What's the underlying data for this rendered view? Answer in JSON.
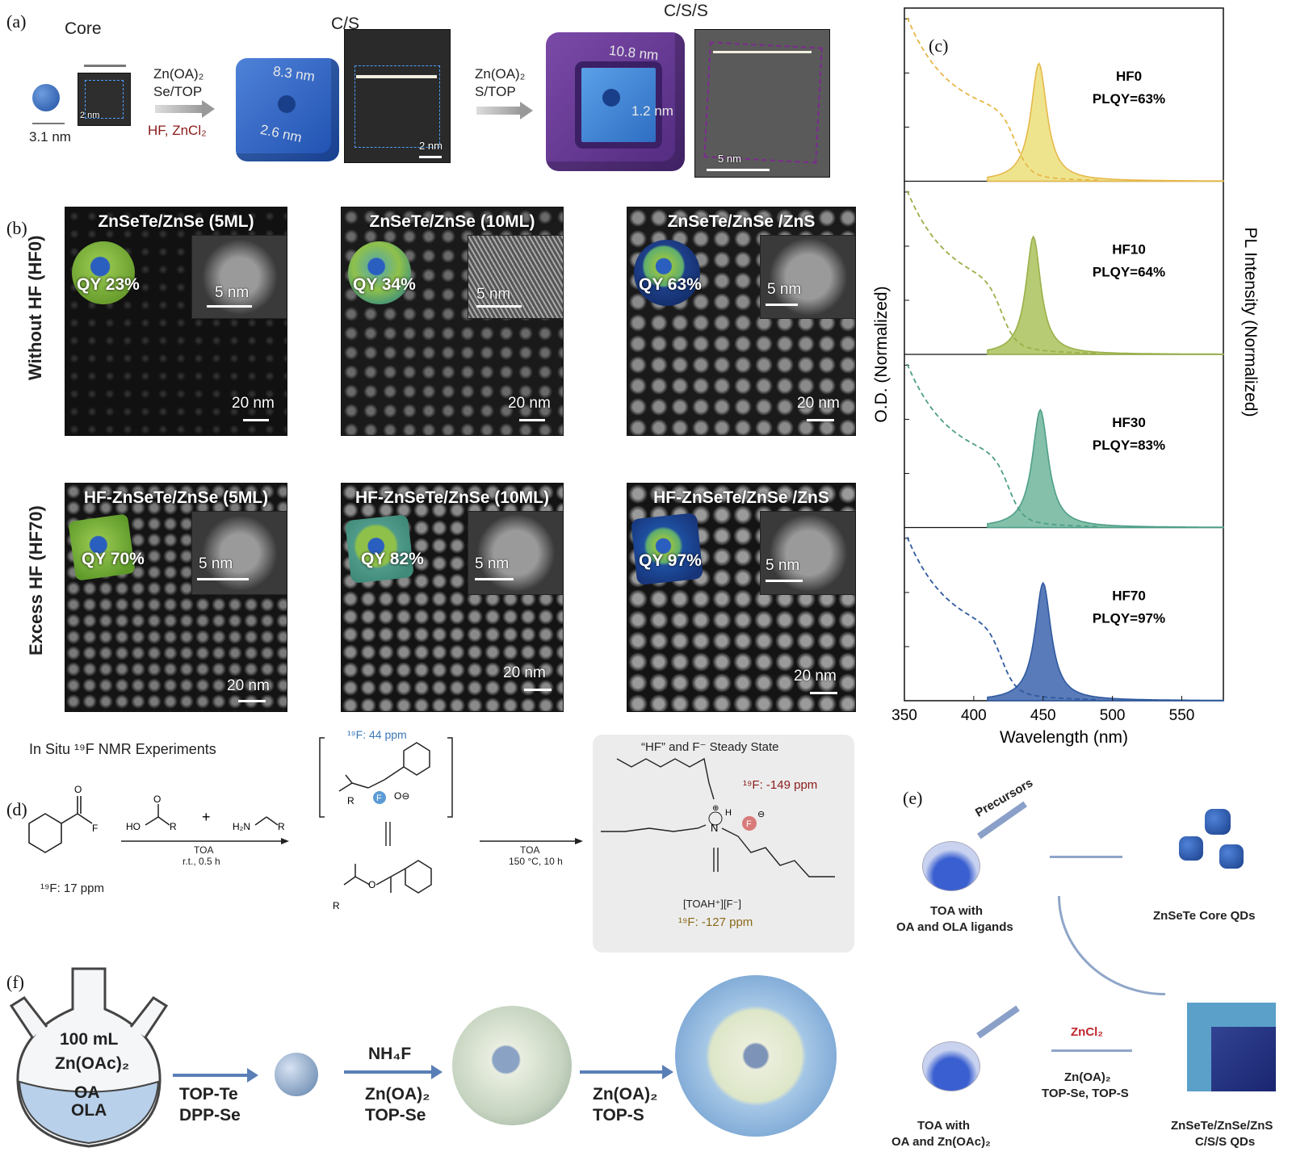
{
  "panel_a": {
    "label": "(a)",
    "core_title": "Core",
    "core_size": "3.1 nm",
    "core_scale": "2 nm",
    "step1_reagents": [
      "Zn(OA)₂",
      "Se/TOP"
    ],
    "step1_additives": "HF, ZnCl₂",
    "cs_title": "C/S",
    "cs_dim_outer": "8.3 nm",
    "cs_dim_core": "2.6 nm",
    "cs_scale": "2 nm",
    "step2_reagents": [
      "Zn(OA)₂",
      "S/TOP"
    ],
    "css_title": "C/S/S",
    "css_dim_outer": "10.8 nm",
    "css_dim_shell": "1.2 nm",
    "css_scale": "5 nm"
  },
  "panel_b": {
    "label": "(b)",
    "row_labels": [
      "Without HF (HF0)",
      "Excess HF (HF70)"
    ],
    "images": [
      {
        "title": "ZnSeTe/ZnSe (5ML)",
        "qy": "QY 23%",
        "inset_scale": "5 nm",
        "scale": "20 nm"
      },
      {
        "title": "ZnSeTe/ZnSe (10ML)",
        "qy": "QY 34%",
        "inset_scale": "5 nm",
        "scale": "20 nm"
      },
      {
        "title": "ZnSeTe/ZnSe /ZnS",
        "qy": "QY 63%",
        "inset_scale": "5 nm",
        "scale": "20 nm"
      },
      {
        "title": "HF-ZnSeTe/ZnSe (5ML)",
        "qy": "QY 70%",
        "inset_scale": "5 nm",
        "scale": "20 nm"
      },
      {
        "title": "HF-ZnSeTe/ZnSe (10ML)",
        "qy": "QY 82%",
        "inset_scale": "5 nm",
        "scale": "20 nm"
      },
      {
        "title": "HF-ZnSeTe/ZnSe /ZnS",
        "qy": "QY 97%",
        "inset_scale": "5 nm",
        "scale": "20 nm"
      }
    ]
  },
  "panel_c": {
    "label": "(c)",
    "ylabel_left": "O.D. (Normalized)",
    "ylabel_right": "PL Intensity (Normalized)",
    "annotations": [
      {
        "name": "HF0",
        "plqy": "PLQY=63%"
      },
      {
        "name": "HF10",
        "plqy": "PLQY=64%"
      },
      {
        "name": "HF30",
        "plqy": "PLQY=83%"
      },
      {
        "name": "HF70",
        "plqy": "PLQY=97%"
      }
    ]
  },
  "chart_data": {
    "type": "line",
    "xlabel": "Wavelength (nm)",
    "ylabel": "O.D. (Normalized)",
    "ylabel_right": "PL Intensity (Normalized)",
    "xlim": [
      350,
      580
    ],
    "xticks": [
      350,
      400,
      450,
      500,
      550
    ],
    "legend": "none",
    "grid": false,
    "series": [
      {
        "name": "HF0",
        "color": "#e6b84a",
        "fill": "#ecdf7a",
        "pl_peak_nm": 447,
        "pl_fwhm_nm": 14,
        "abs_shoulder_nm": 430
      },
      {
        "name": "HF10",
        "color": "#9ab04a",
        "fill": "#a9c25a",
        "pl_peak_nm": 443,
        "pl_fwhm_nm": 13,
        "abs_shoulder_nm": 420
      },
      {
        "name": "HF30",
        "color": "#4f9f88",
        "fill": "#6fb59b",
        "pl_peak_nm": 448,
        "pl_fwhm_nm": 14,
        "abs_shoulder_nm": 425
      },
      {
        "name": "HF70",
        "color": "#2f5aa0",
        "fill": "#3d64ad",
        "pl_peak_nm": 450,
        "pl_fwhm_nm": 14,
        "abs_shoulder_nm": 420
      }
    ]
  },
  "panel_d": {
    "label": "(d)",
    "title": "In Situ ¹⁹F NMR Experiments",
    "reactant_shift": "¹⁹F: 17 ppm",
    "intermediate_shift": "¹⁹F: 44 ppm",
    "step1_conditions": [
      "TOA",
      "r.t., 0.5 h"
    ],
    "step2_conditions": [
      "TOA",
      "150 °C, 10 h"
    ],
    "box_title": "“HF” and F⁻ Steady State",
    "complex_shift": "¹⁹F: -149 ppm",
    "salt": "[TOAH⁺][F⁻]",
    "salt_shift": "¹⁹F: -127 ppm"
  },
  "panel_e": {
    "label": "(e)",
    "precursors": "Precursors",
    "flask1": [
      "TOA with",
      "OA and OLA ligands"
    ],
    "core_qds": "ZnSeTe Core QDs",
    "flask2": [
      "TOA with",
      "OA and Zn(OAc)₂"
    ],
    "reagent_red": "ZnCl₂",
    "reagents": [
      "Zn(OA)₂",
      "TOP-Se, TOP-S"
    ],
    "product": [
      "ZnSeTe/ZnSe/ZnS",
      "C/S/S QDs"
    ]
  },
  "panel_f": {
    "label": "(f)",
    "flask_volume": "100 mL",
    "flask_contents": [
      "Zn(OAc)₂",
      "OA",
      "OLA"
    ],
    "step1": [
      "TOP-Te",
      "DPP-Se"
    ],
    "step2": [
      "NH₄F",
      "Zn(OA)₂",
      "TOP-Se"
    ],
    "step3": [
      "Zn(OA)₂",
      "TOP-S"
    ]
  }
}
